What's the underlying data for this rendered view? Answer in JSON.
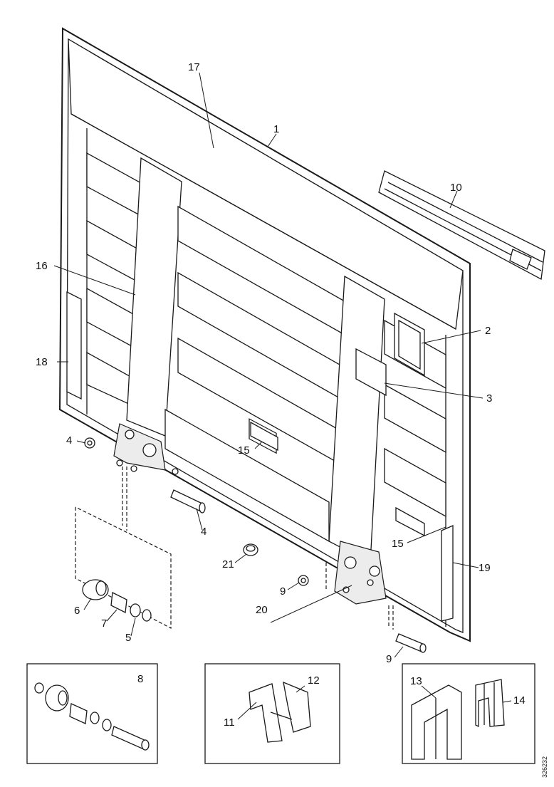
{
  "callouts": {
    "c1": "1",
    "c2": "2",
    "c3": "3",
    "c4a": "4",
    "c4b": "4",
    "c5": "5",
    "c6": "6",
    "c7": "7",
    "c8": "8",
    "c9a": "9",
    "c9b": "9",
    "c10": "10",
    "c11": "11",
    "c12": "12",
    "c13": "13",
    "c14": "14",
    "c15a": "15",
    "c15b": "15",
    "c16": "16",
    "c17": "17",
    "c18": "18",
    "c19": "19",
    "c20": "20",
    "c21": "21"
  },
  "doc_id": "326232"
}
